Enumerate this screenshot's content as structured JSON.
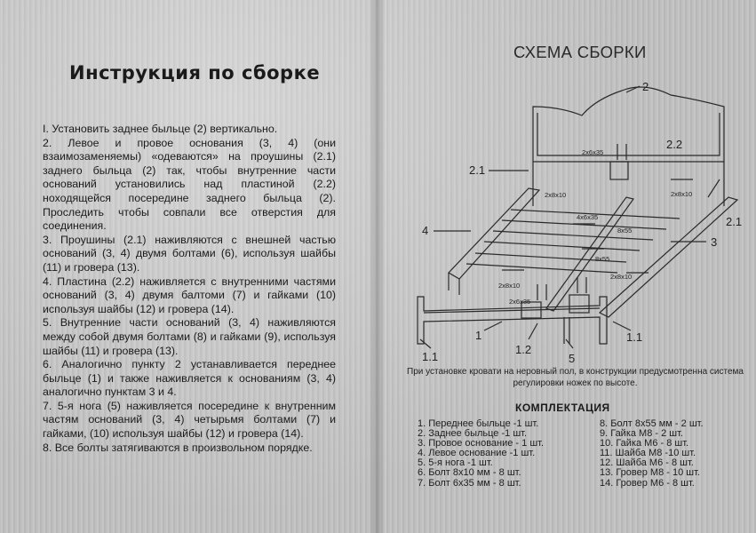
{
  "left": {
    "title": "Инструкция по сборке",
    "steps": [
      "I.  Установить заднее быльце (2) вертикально.",
      "2. Левое и провое основания (3, 4) (они взаимозаменяемы) «одеваются» на проушины (2.1) заднего быльца (2) так, чтобы внутренние части оснований установились над пластиной (2.2) ноходящейся посередине заднего быльца (2). Проследить чтобы совпали все отверстия для соединения.",
      "3. Проушины (2.1) наживляются с внешней частью оснований (3, 4) двумя болтами (6), используя шайбы (11) и гровера (13).",
      "4. Пластина (2.2) наживляется с внутренними частями оснований (3, 4) двумя балтоми (7) и гайками (10) используя шайбы (12) и гровера (14).",
      "5. Внутренние части оснований (3, 4) наживляются между собой двумя болтами (8) и гайками (9), используя шайбы (11) и гровера (13).",
      "6. Аналогично пункту 2 устанавливается переднее быльце (1) и также наживляется к основаниям (3, 4) аналогично пунктам 3 и 4.",
      "7. 5-я нога (5) наживляется посередине к внутренним частям оснований (3, 4) четырьмя болтами (7) и гайками, (10) используя шайбы (12) и гровера (14).",
      "8. Все болты затягиваются в произвольном порядке."
    ]
  },
  "right": {
    "title": "СХЕМА СБОРКИ",
    "diagram": {
      "labels": [
        "2",
        "2.2",
        "2.1",
        "2.1",
        "4",
        "3",
        "1",
        "1.2",
        "5",
        "1.1",
        "1.1"
      ],
      "bolt_labels": [
        "2x6x35",
        "2x8x10",
        "2x8x10",
        "4x6x35",
        "8x55",
        "8x55",
        "2x8x10",
        "2x8x10",
        "2x6x35"
      ]
    },
    "note": "При установке кровати на неровный пол, в конструкции предусмотренна система регулировки ножек по высоте.",
    "kit_title": "КОМПЛЕКТАЦИЯ",
    "kit_col1": [
      "1. Переднее быльце -1 шт.",
      "2. Заднее быльце -1 шт.",
      "3. Провое основание - 1 шт.",
      "4. Левое основание -1 шт.",
      "5. 5-я нога -1 шт.",
      "6. Болт 8x10 мм - 8 шт.",
      "7. Болт 6x35 мм - 8 шт."
    ],
    "kit_col2": [
      "8. Болт 8x55 мм - 2 шт.",
      "9. Гайка М8 - 2 шт.",
      "10. Гайка М6 - 8 шт.",
      "11. Шайба М8 -10 шт.",
      "12. Шайба М6 - 8 шт.",
      "13. Гровер М8 - 10 шт.",
      "14. Гровер М6 - 8 шт."
    ]
  },
  "colors": {
    "text": "#1b1b1b",
    "background": "#bcbcbc",
    "line": "#2a2a2a"
  }
}
